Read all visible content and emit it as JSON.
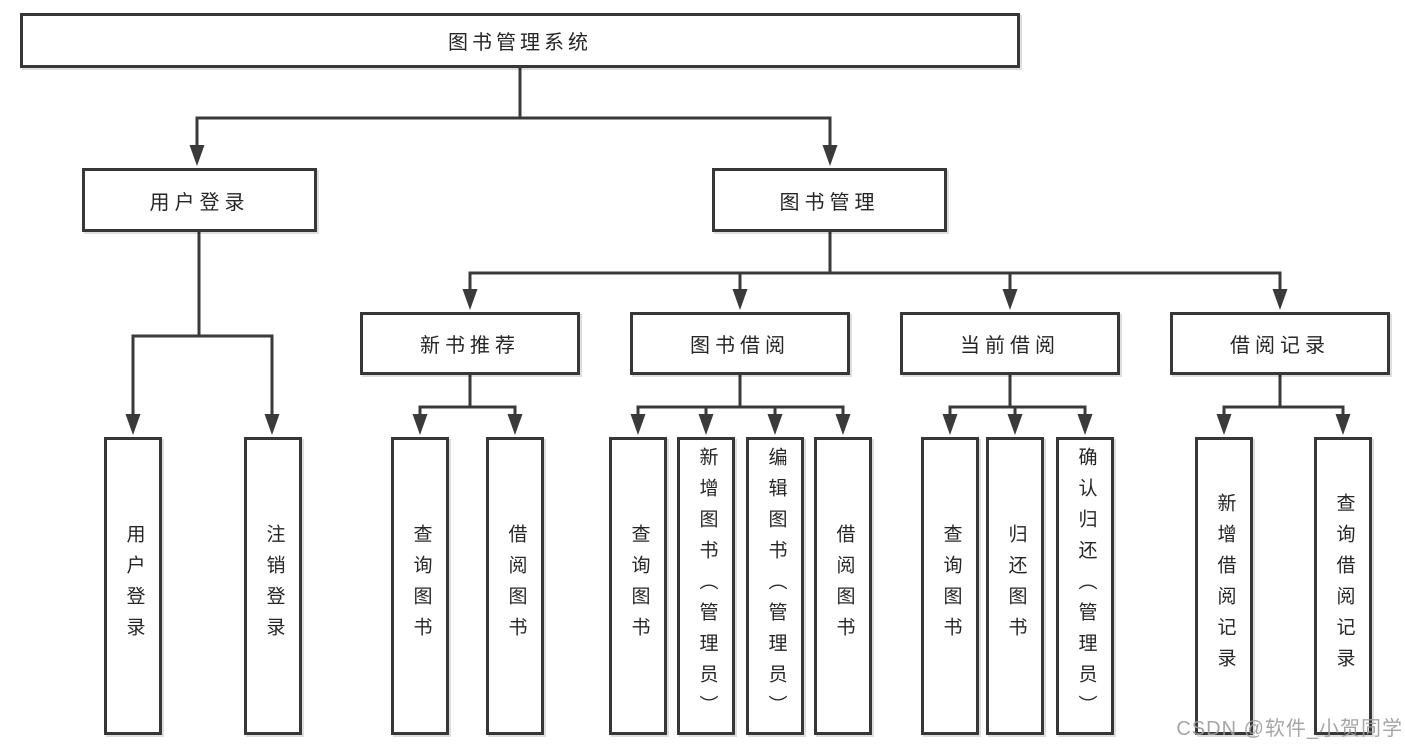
{
  "diagram": {
    "title_node": {
      "label": "图书管理系统"
    },
    "root": {
      "label": "图书管理系统"
    },
    "level2": [
      {
        "label": "用户登录"
      },
      {
        "label": "图书管理"
      }
    ],
    "level3": [
      {
        "label": "新书推荐",
        "parent": "图书管理"
      },
      {
        "label": "图书借阅",
        "parent": "图书管理"
      },
      {
        "label": "当前借阅",
        "parent": "图书管理"
      },
      {
        "label": "借阅记录",
        "parent": "图书管理"
      }
    ],
    "leaves": [
      {
        "label": "用户登录",
        "parent": "用户登录"
      },
      {
        "label": "注销登录",
        "parent": "用户登录"
      },
      {
        "label": "查询图书",
        "parent": "新书推荐"
      },
      {
        "label": "借阅图书",
        "parent": "新书推荐"
      },
      {
        "label": "查询图书",
        "parent": "图书借阅"
      },
      {
        "label": "新增图书（管理员）",
        "parent": "图书借阅"
      },
      {
        "label": "编辑图书（管理员）",
        "parent": "图书借阅"
      },
      {
        "label": "借阅图书",
        "parent": "图书借阅"
      },
      {
        "label": "查询图书",
        "parent": "当前借阅"
      },
      {
        "label": "归还图书",
        "parent": "当前借阅"
      },
      {
        "label": "确认归还（管理员）",
        "parent": "当前借阅"
      },
      {
        "label": "新增借阅记录",
        "parent": "借阅记录"
      },
      {
        "label": "查询借阅记录",
        "parent": "借阅记录"
      }
    ]
  },
  "watermark": {
    "text": "CSDN @软件_小贺同学",
    "color": "#9e9e9e"
  },
  "colors": {
    "background": "#ffffff",
    "line": "#3a3a3a",
    "box_border": "#373737",
    "text": "#262626"
  }
}
